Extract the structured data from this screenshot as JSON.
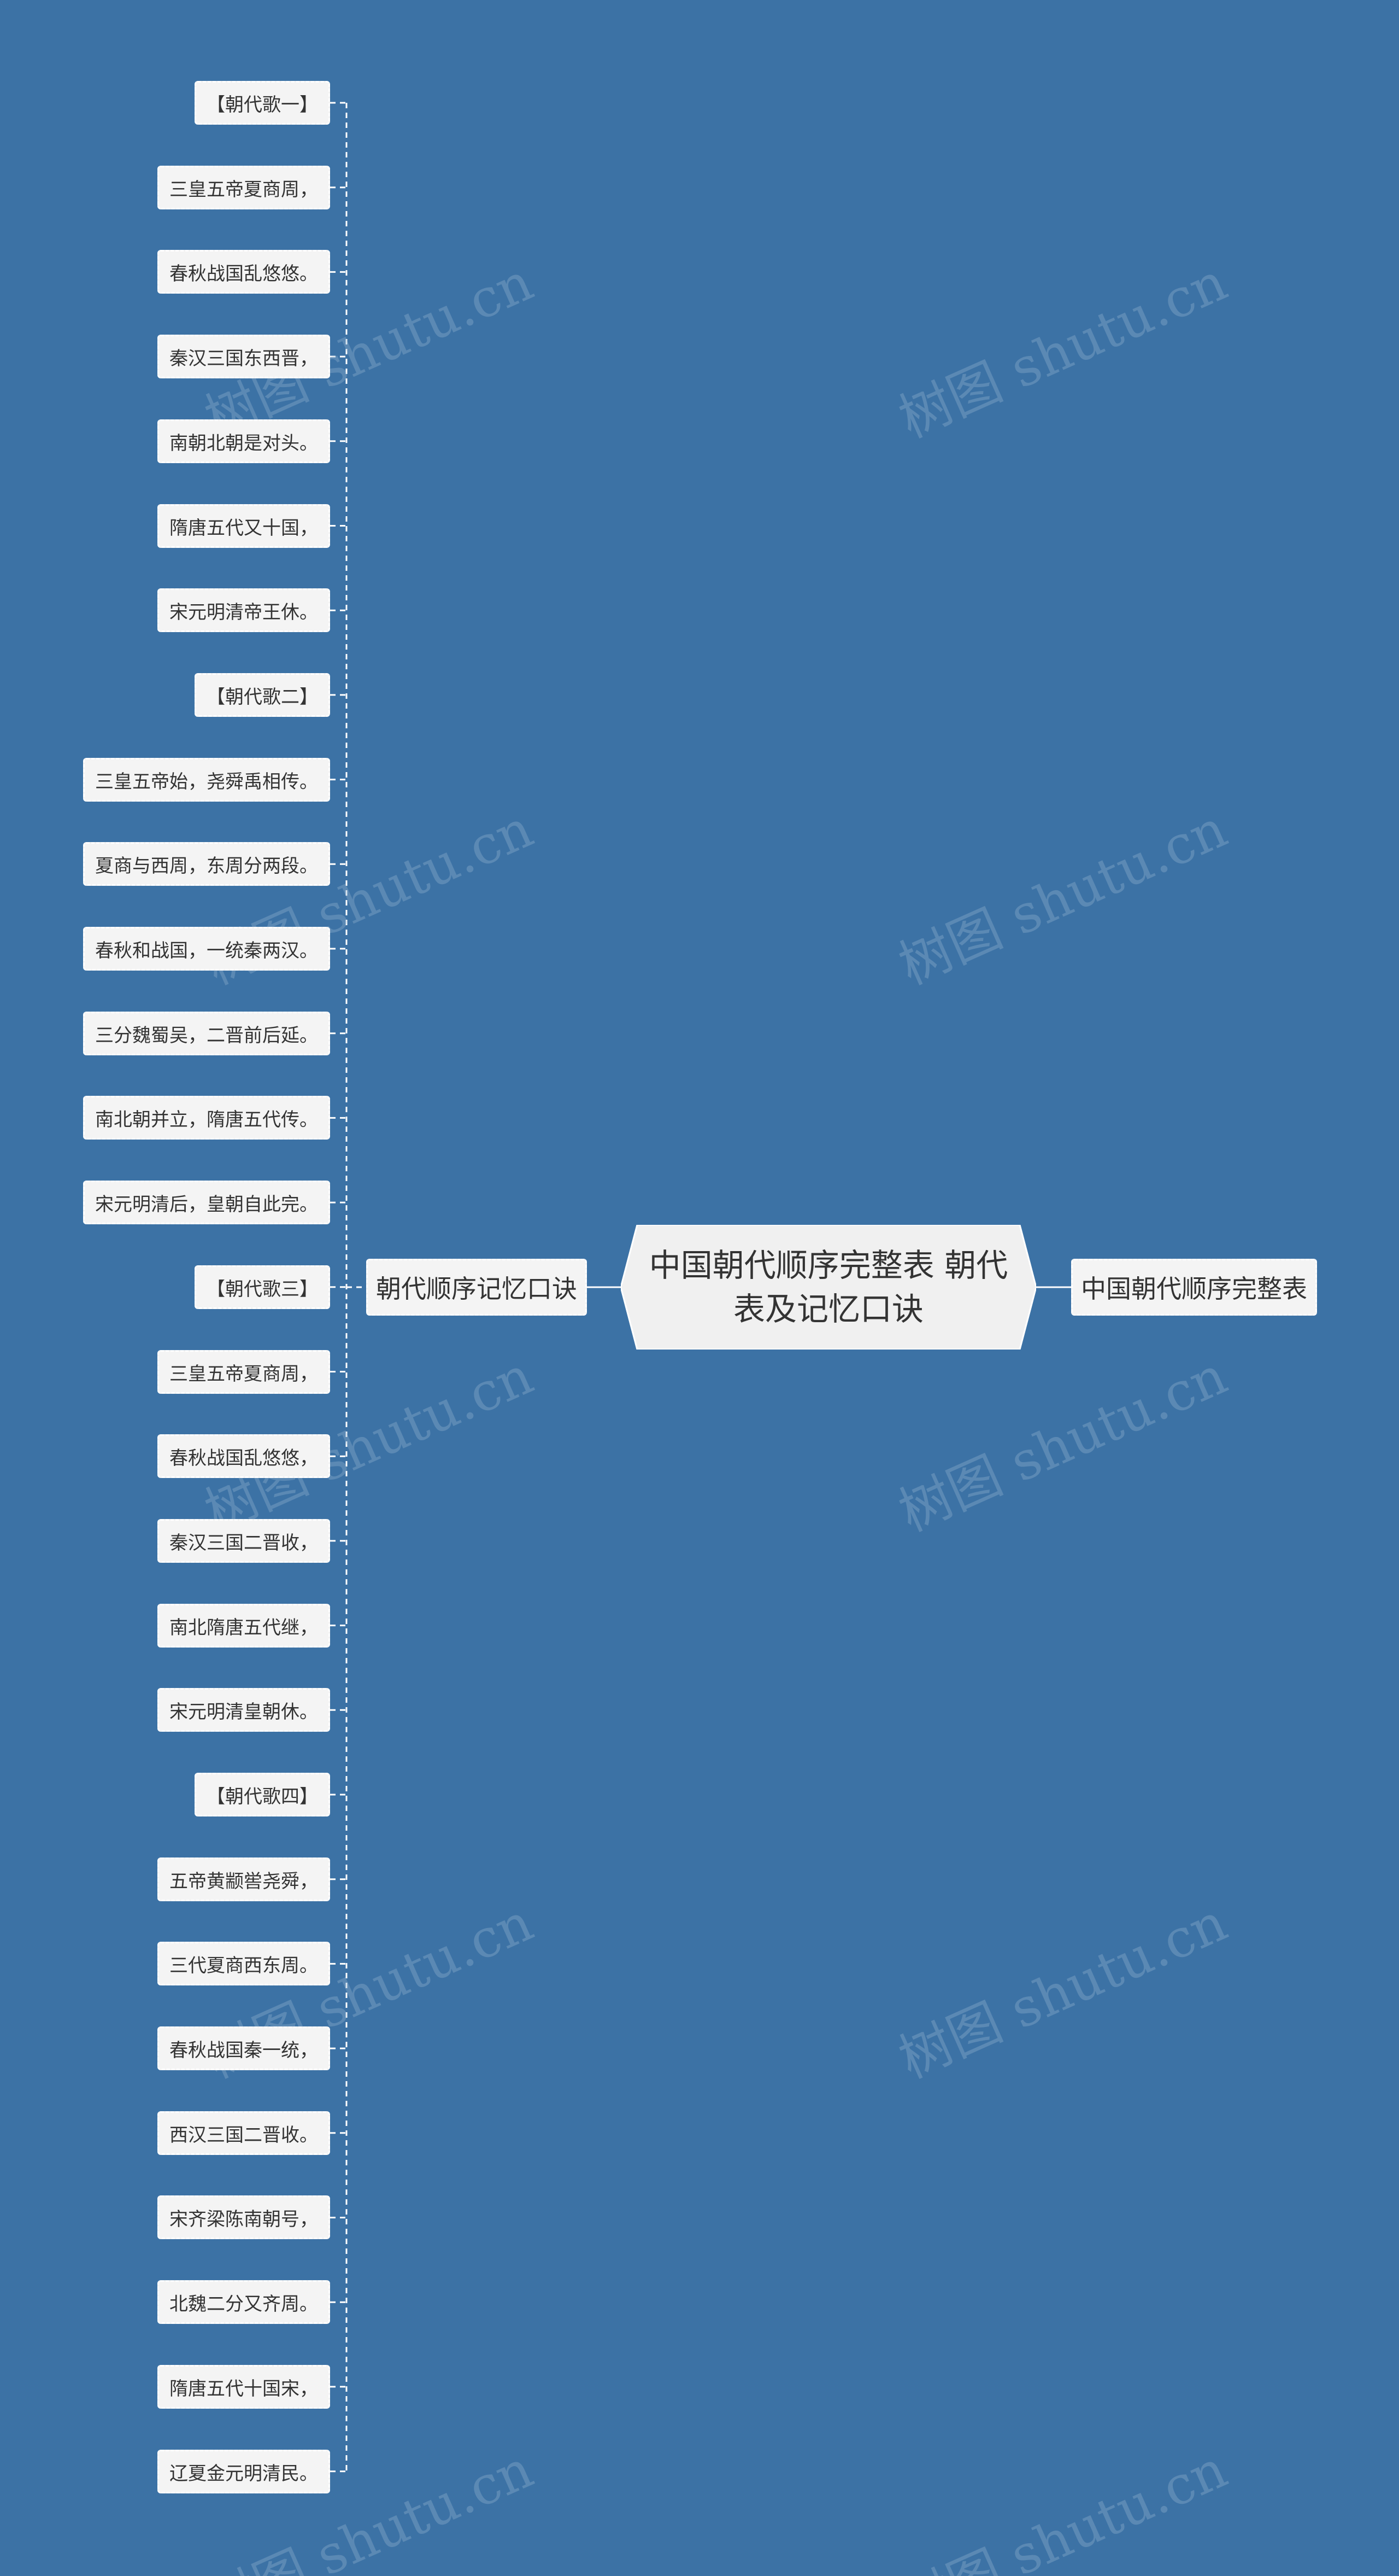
{
  "root": {
    "label_line1": "中国朝代顺序完整表 朝代",
    "label_line2": "表及记忆口诀"
  },
  "right_branch": {
    "label": "中国朝代顺序完整表"
  },
  "left_branch": {
    "label": "朝代顺序记忆口诀"
  },
  "leaves": [
    "【朝代歌一】",
    "三皇五帝夏商周，",
    "春秋战国乱悠悠。",
    "秦汉三国东西晋，",
    "南朝北朝是对头。",
    "隋唐五代又十国，",
    "宋元明清帝王休。",
    "【朝代歌二】",
    "三皇五帝始，尧舜禹相传。",
    "夏商与西周，东周分两段。",
    "春秋和战国，一统秦两汉。",
    "三分魏蜀吴，二晋前后延。",
    "南北朝并立，隋唐五代传。",
    "宋元明清后，皇朝自此完。",
    "【朝代歌三】",
    "三皇五帝夏商周，",
    "春秋战国乱悠悠，",
    "秦汉三国二晋收，",
    "南北隋唐五代继，",
    "宋元明清皇朝休。",
    "【朝代歌四】",
    "五帝黄颛喾尧舜，",
    "三代夏商西东周。",
    "春秋战国秦一统，",
    "西汉三国二晋收。",
    "宋齐梁陈南朝号，",
    "北魏二分又齐周。",
    "隋唐五代十国宋，",
    "辽夏金元明清民。"
  ],
  "watermark": "树图 shutu.cn",
  "colors": {
    "background": "#3c72a5",
    "node_fill": "#f4f4f4",
    "node_border": "#ffffff",
    "text": "#333333"
  }
}
